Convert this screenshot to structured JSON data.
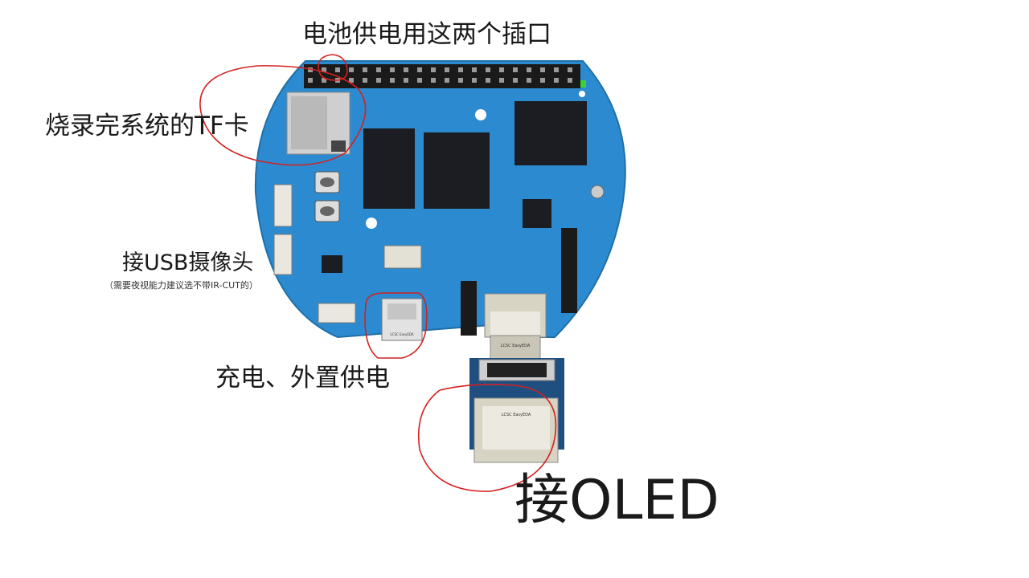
{
  "annotations": {
    "battery_pins": "电池供电用这两个插口",
    "tf_card": "烧录完系统的TF卡",
    "usb_camera": "接USB摄像头",
    "usb_camera_note": "（需要夜视能力建议选不带IR-CUT的）",
    "charging": "充电、外置供电",
    "oled": "接OLED"
  },
  "silkscreen": {
    "hdmi_main": "LCSC EasyEDA",
    "hdmi_adapter": "LCSC EasyEDA",
    "usbc": "LCSC EasyEDA"
  },
  "colors": {
    "pcb": "#2C8BD0",
    "pcb_edge": "#1F6FA8",
    "annotation_stroke": "#D42020",
    "chip": "#1b1d22",
    "connector_metal": "#D8D4C4",
    "led": "#3BD13B"
  }
}
